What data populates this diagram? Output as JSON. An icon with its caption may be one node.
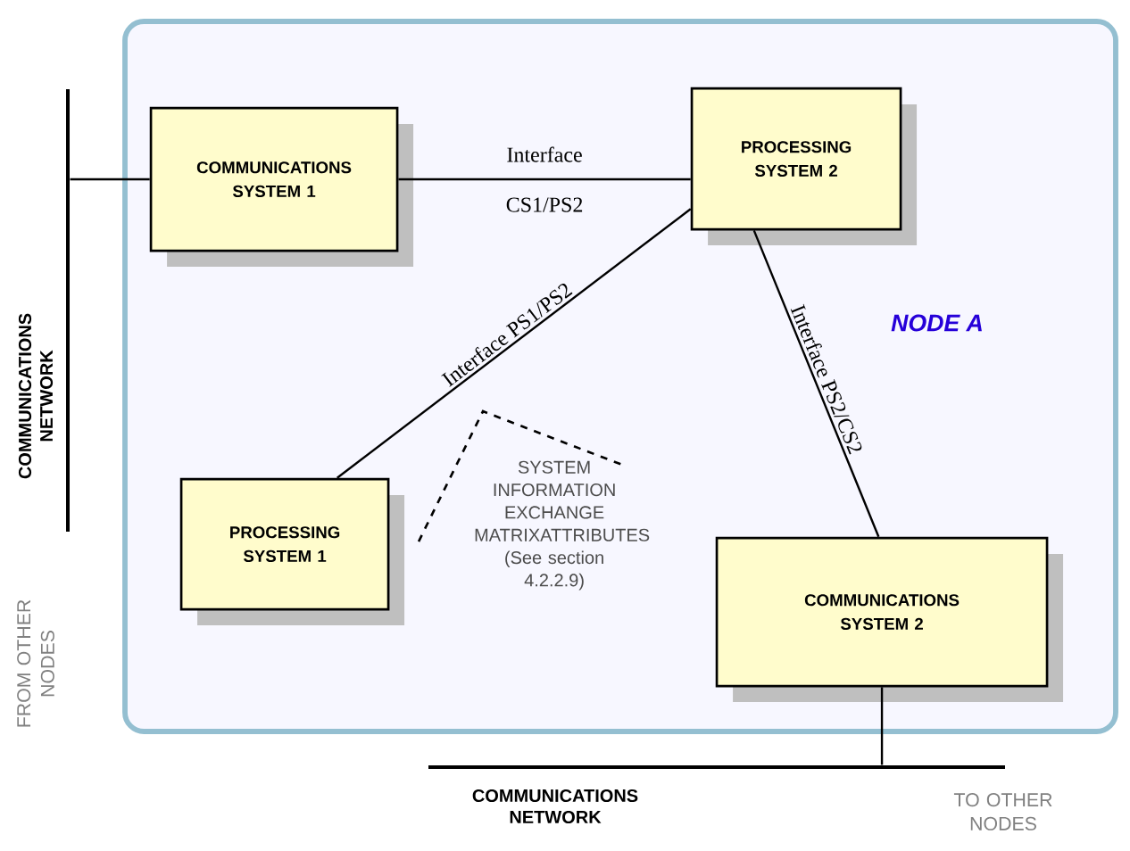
{
  "diagram": {
    "nodes": [
      {
        "text": [
          "NODE A"
        ]
      },
      {
        "text": [
          "COMMUNICATIONS SYSTEM 1"
        ],
        "in": 0
      },
      {
        "text": [
          "PROCESSING SYSTEM 2"
        ],
        "in": 0
      },
      {
        "text": [
          "PROCESSING SYSTEM 1"
        ],
        "in": 0
      },
      {
        "text": [
          "COMMUNICATIONS SYSTEM 2"
        ],
        "in": 0
      },
      {
        "text": [
          "SYSTEM INFORMATION EXCHANGE MATRIXATTRIBUTES (See section 4.2.2.9)"
        ],
        "in": 0
      },
      {
        "text": [],
        "shape": "bar",
        "beside": [
          "COMMUNICATIONS NETWORK"
        ]
      },
      {
        "text": [],
        "shape": "bar",
        "beside": [
          "COMMUNICATIONS NETWORK"
        ]
      }
    ],
    "labels": [
      "FROM OTHER NODES",
      "TO OTHER NODES"
    ],
    "edges": [
      {
        "from": 6,
        "to": 1,
        "arrow": "none"
      },
      {
        "from": 1,
        "to": 2,
        "arrow": "none",
        "label": "Interface CS1/PS2"
      },
      {
        "from": 3,
        "to": 2,
        "arrow": "none",
        "label": "Interface PS1/PS2"
      },
      {
        "from": 2,
        "to": 4,
        "arrow": "none",
        "label": "Interface PS2/CS2"
      },
      {
        "from": 4,
        "to": 7,
        "arrow": "none"
      }
    ]
  }
}
